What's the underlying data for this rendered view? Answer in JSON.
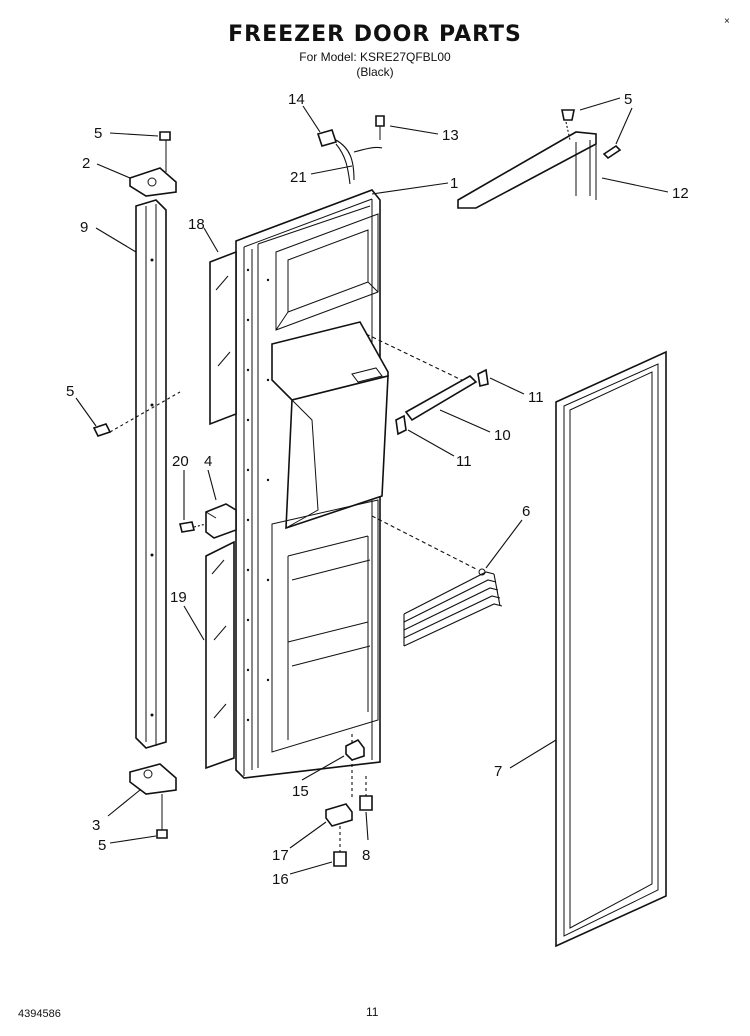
{
  "header": {
    "title": "FREEZER DOOR PARTS",
    "model_line": "For Model: KSRE27QFBL00",
    "color_line": "(Black)"
  },
  "footer": {
    "doc_number": "4394586",
    "page_number": "11"
  },
  "corner_mark": "×",
  "callouts": [
    "14",
    "13",
    "5",
    "5",
    "2",
    "21",
    "1",
    "12",
    "9",
    "18",
    "11",
    "10",
    "11",
    "5",
    "20",
    "4",
    "6",
    "19",
    "7",
    "3",
    "5",
    "15",
    "8",
    "17",
    "16"
  ]
}
